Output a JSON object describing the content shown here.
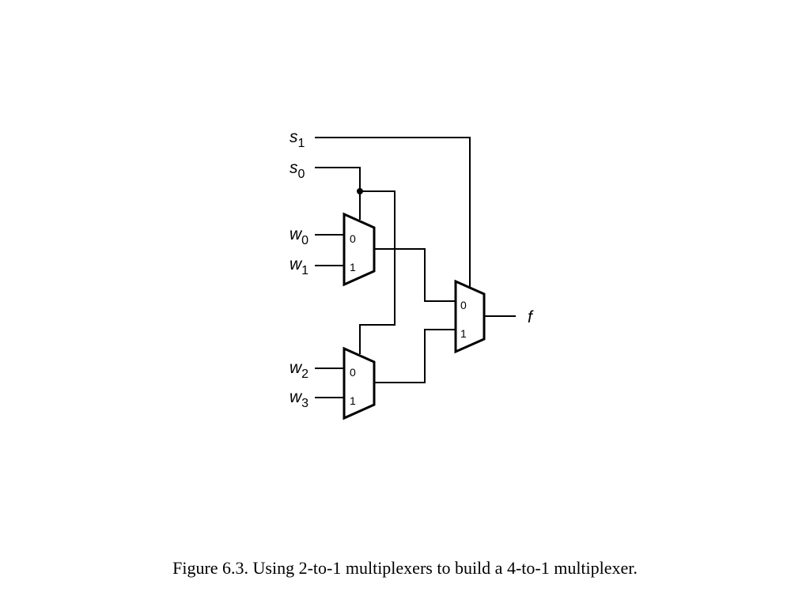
{
  "diagram": {
    "signals": {
      "s1": {
        "base": "s",
        "sub": "1"
      },
      "s0": {
        "base": "s",
        "sub": "0"
      },
      "w0": {
        "base": "w",
        "sub": "0"
      },
      "w1": {
        "base": "w",
        "sub": "1"
      },
      "w2": {
        "base": "w",
        "sub": "2"
      },
      "w3": {
        "base": "w",
        "sub": "3"
      },
      "f": {
        "base": "f"
      }
    },
    "mux_pins": {
      "zero": "0",
      "one": "1"
    }
  },
  "caption": "Figure 6.3.  Using 2-to-1 multiplexers to build a 4-to-1 multiplexer."
}
